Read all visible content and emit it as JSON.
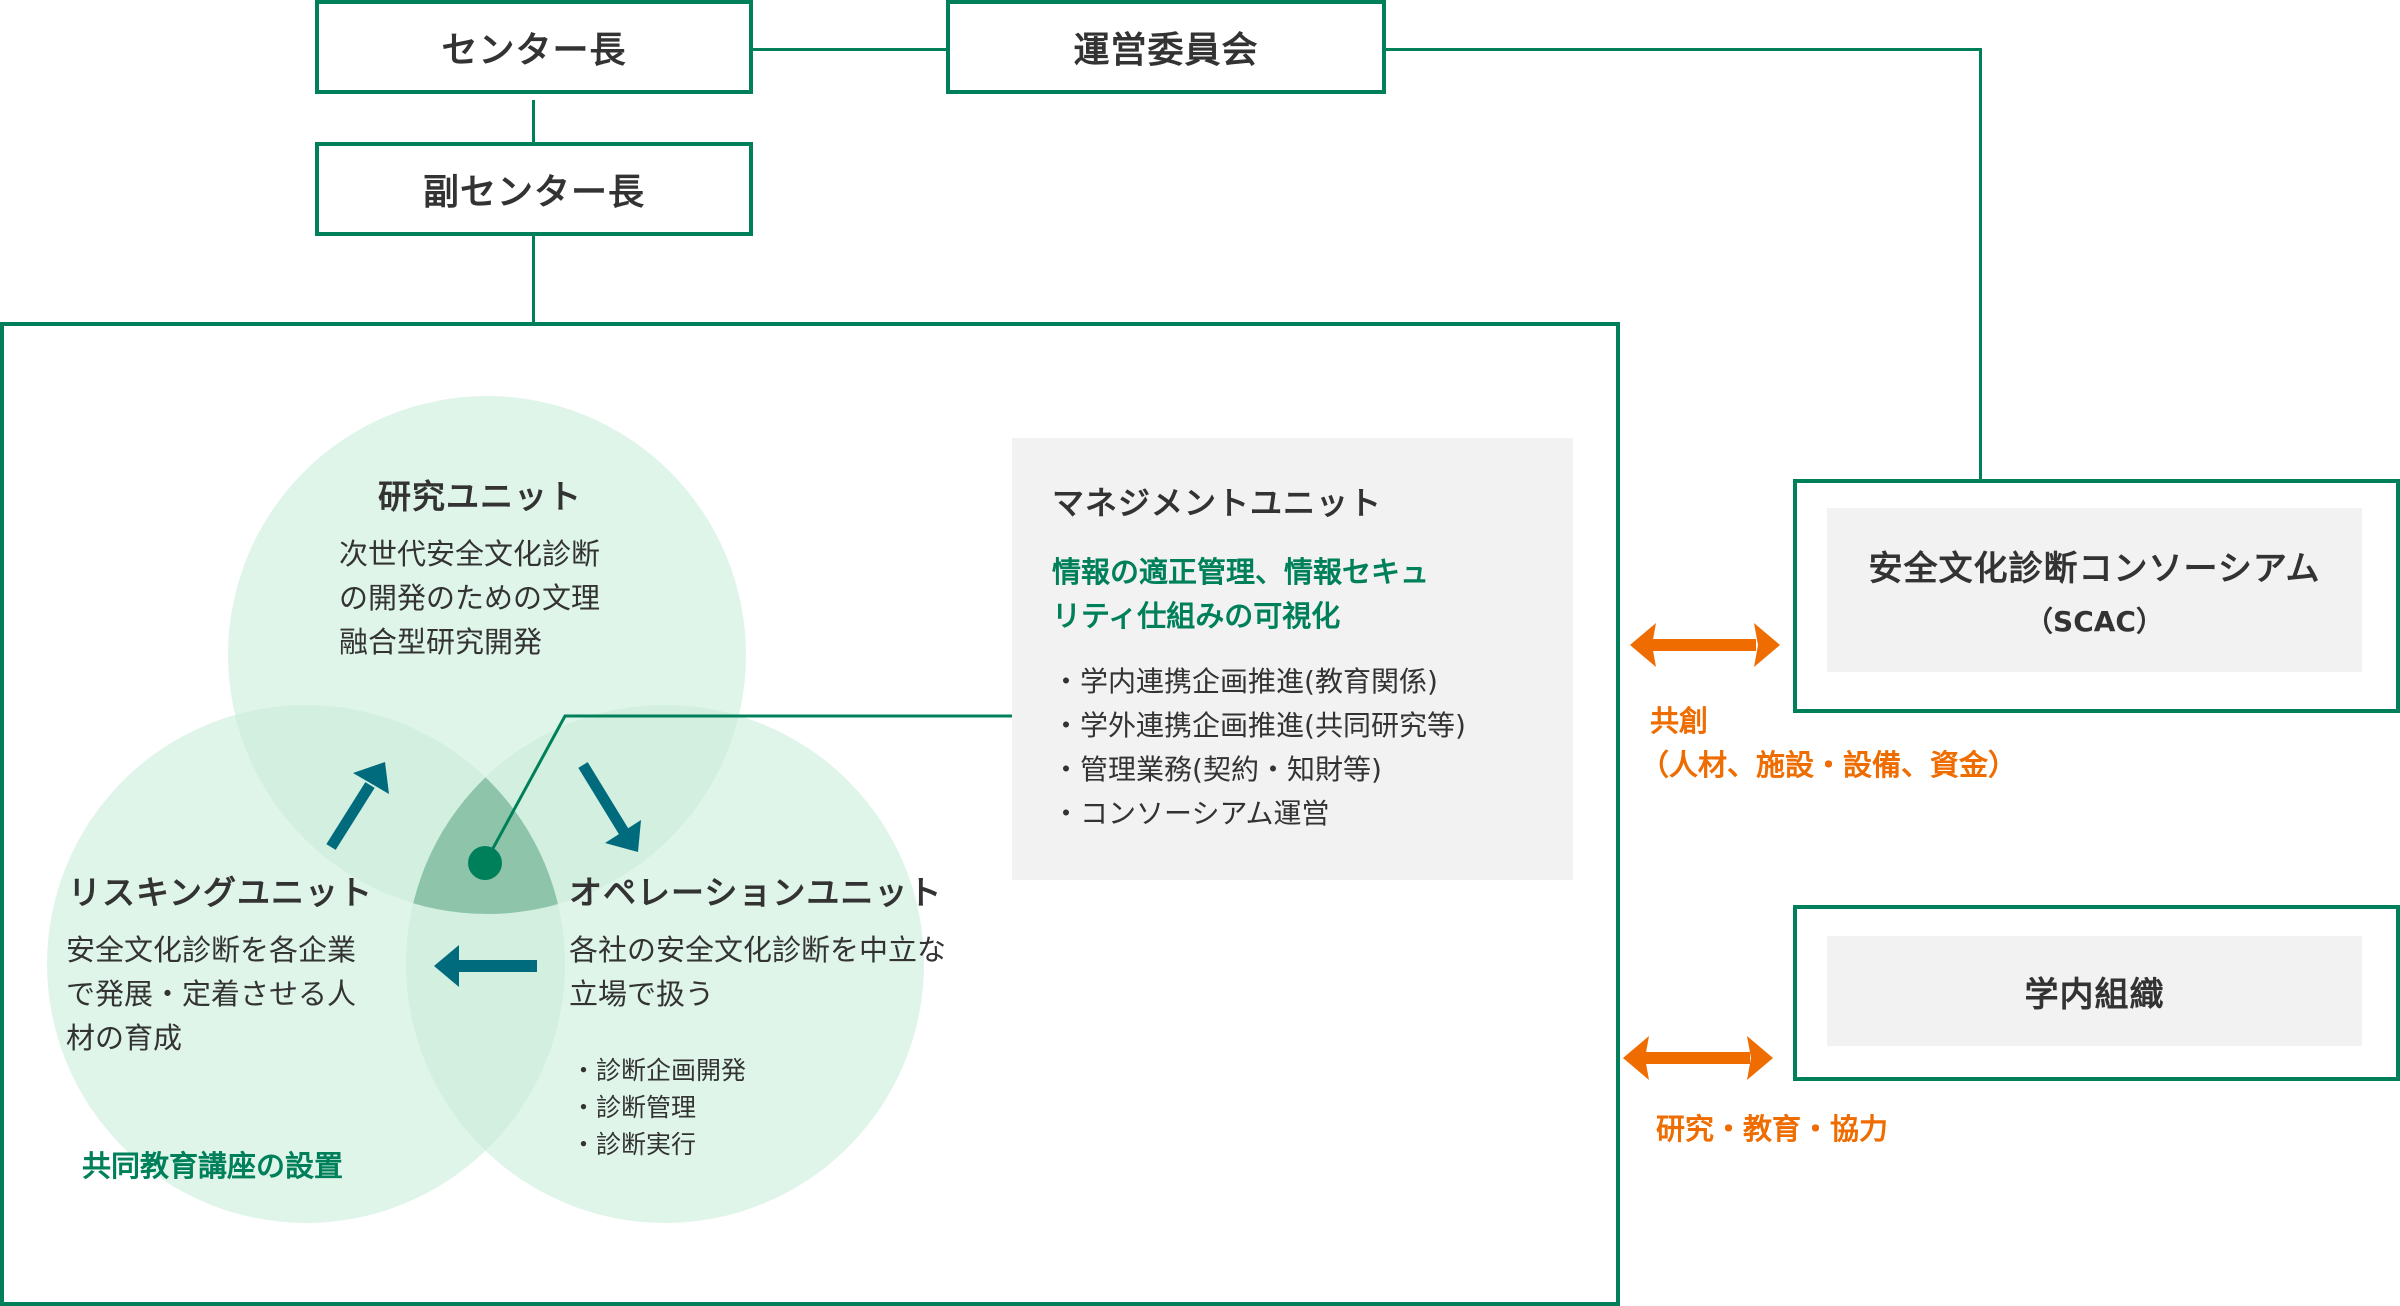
{
  "colors": {
    "frame_green": "#00805a",
    "circle_fill": "#dff5ea",
    "overlap_center": "#8ec5aa",
    "arrow_teal": "#006b7d",
    "accent_orange": "#ef6c00",
    "panel_grey": "#f1f2f1",
    "text_dark": "#333333"
  },
  "top": {
    "director": "センター長",
    "deputy_director": "副センター長",
    "steering_committee": "運営委員会"
  },
  "units": {
    "research": {
      "title": "研究ユニット",
      "body": "次世代安全文化診断\nの開発のための文理\n融合型研究開発"
    },
    "reskilling": {
      "title": "リスキングユニット",
      "body": "安全文化診断を各企業\nで発展・定着させる人\n材の育成",
      "emphasis": "共同教育講座の設置"
    },
    "operation": {
      "title": "オペレーションユニット",
      "body": "各社の安全文化診断を中立な\n立場で扱う",
      "items": [
        "診断企画開発",
        "診断管理",
        "診断実行"
      ]
    },
    "management": {
      "title": "マネジメントユニット",
      "emphasis": "情報の適正管理、情報セキュ\nリティ仕組みの可視化",
      "items": [
        "学内連携企画推進(教育関係)",
        "学外連携企画推進(共同研究等)",
        "管理業務(契約・知財等)",
        "コンソーシアム運営"
      ]
    }
  },
  "external": {
    "consortium": {
      "name": "安全文化診断コンソーシアム",
      "abbr": "（SCAC）",
      "relation_title": "共創",
      "relation_detail": "（人材、施設・設備、資金）"
    },
    "campus": {
      "name": "学内組織",
      "relation": "研究・教育・協力"
    }
  },
  "icons": {
    "cycle_arrows": [
      "arrow-up-right-icon",
      "arrow-down-right-icon",
      "arrow-left-icon"
    ],
    "bidirectional": "double-arrow-icon",
    "hub": "center-dot-icon"
  }
}
